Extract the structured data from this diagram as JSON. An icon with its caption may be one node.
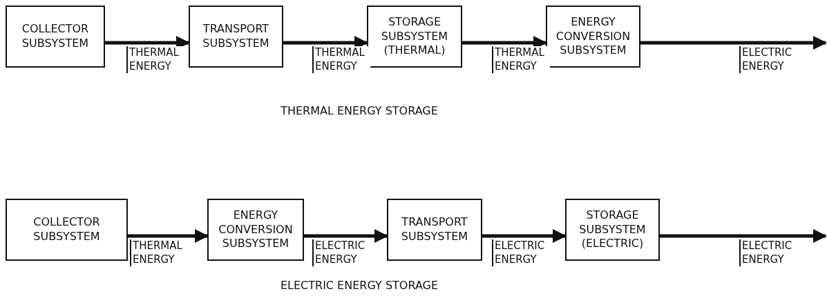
{
  "diagram": {
    "nodes": [
      {
        "text": [
          "COLLECTOR SUBSYSTEM"
        ]
      },
      {
        "text": [
          "TRANSPORT SUBSYSTEM"
        ]
      },
      {
        "text": [
          "STORAGE SUBSYSTEM (THERMAL)"
        ]
      },
      {
        "text": [
          "ENERGY CONVERSION SUBSYSTEM"
        ]
      },
      {
        "text": [
          "COLLECTOR SUBSYSTEM"
        ]
      },
      {
        "text": [
          "ENERGY CONVERSION SUBSYSTEM"
        ]
      },
      {
        "text": [
          "TRANSPORT SUBSYSTEM"
        ]
      },
      {
        "text": [
          "STORAGE SUBSYSTEM (ELECTRIC)"
        ]
      }
    ],
    "edges": [
      {
        "from": 0,
        "to": 1,
        "arrow": "to",
        "label": "THERMAL ENERGY"
      },
      {
        "from": 1,
        "to": 2,
        "arrow": "to",
        "label": "THERMAL ENERGY"
      },
      {
        "from": 2,
        "to": 3,
        "arrow": "to",
        "label": "THERMAL ENERGY"
      },
      {
        "from": 3,
        "to": null,
        "arrow": "to",
        "label": "ELECTRIC ENERGY"
      },
      {
        "from": 4,
        "to": 5,
        "arrow": "to",
        "label": "THERMAL ENERGY"
      },
      {
        "from": 5,
        "to": 6,
        "arrow": "to",
        "label": "ELECTRIC ENERGY"
      },
      {
        "from": 6,
        "to": 7,
        "arrow": "to",
        "label": "ELECTRIC ENERGY"
      },
      {
        "from": 7,
        "to": null,
        "arrow": "to",
        "label": "ELECTRIC ENERGY"
      }
    ],
    "labels": [
      "THERMAL ENERGY STORAGE",
      "ELECTRIC ENERGY STORAGE"
    ]
  }
}
